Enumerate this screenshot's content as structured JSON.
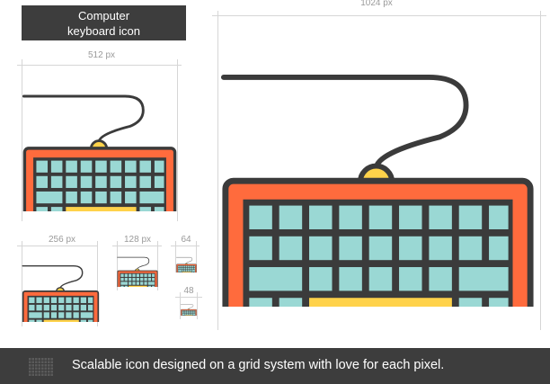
{
  "title": {
    "line1": "Computer",
    "line2": "keyboard icon"
  },
  "sizes": {
    "s1024": "1024 px",
    "s512": "512 px",
    "s256": "256 px",
    "s128": "128 px",
    "s64": "64",
    "s48": "48"
  },
  "footer": {
    "text": "Scalable icon designed on a grid system with love for each pixel.",
    "icon": "grid-icon"
  },
  "icon": {
    "name": "computer-keyboard-icon"
  },
  "colors": {
    "frame": "#ff6b3d",
    "keys": "#9ad8d4",
    "spacebar": "#ffd24a",
    "outline": "#3b3b3b",
    "footer": "#3d3d3d"
  }
}
